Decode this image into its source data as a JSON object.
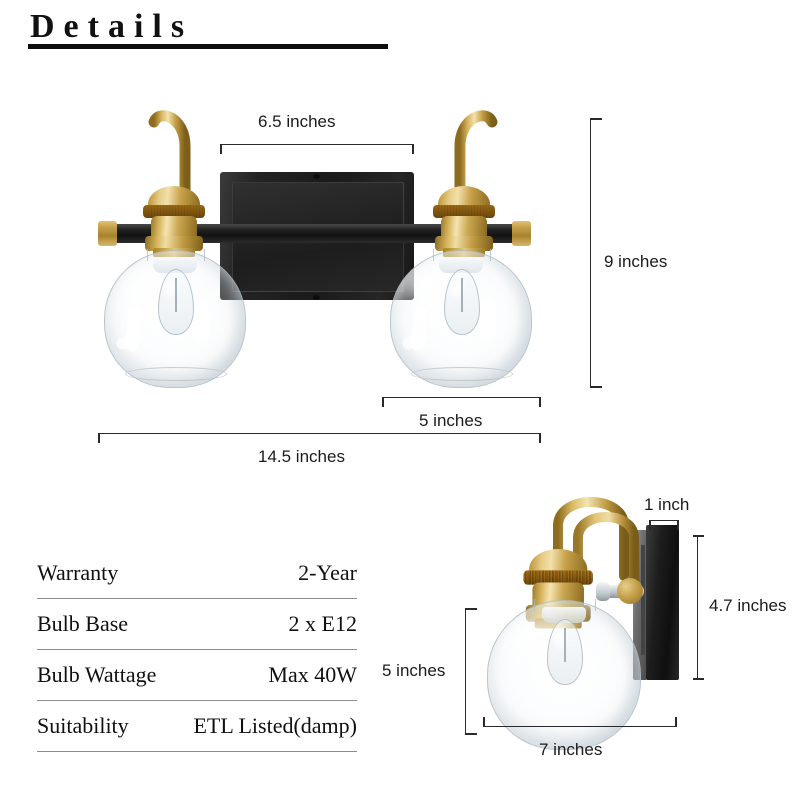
{
  "header": {
    "title": "Details"
  },
  "dimensions": {
    "front": [
      {
        "id": "backplate-width",
        "label": "6.5 inches"
      },
      {
        "id": "overall-height",
        "label": "9 inches"
      },
      {
        "id": "shade-width",
        "label": "5 inches"
      },
      {
        "id": "overall-width",
        "label": "14.5 inches"
      }
    ],
    "side": [
      {
        "id": "plate-depth",
        "label": "1 inch"
      },
      {
        "id": "plate-height",
        "label": "4.7 inches"
      },
      {
        "id": "shade-height",
        "label": "5 inches"
      },
      {
        "id": "extension",
        "label": "7 inches"
      }
    ]
  },
  "spec_table": {
    "rows": [
      {
        "key": "Warranty",
        "value": "2-Year"
      },
      {
        "key": "Bulb Base",
        "value": "2 x E12"
      },
      {
        "key": "Bulb Wattage",
        "value": "Max 40W"
      },
      {
        "key": "Suitability",
        "value": "ETL Listed(damp)"
      }
    ]
  },
  "colors": {
    "brass": "#c9a24c",
    "matte_black": "#1a1a1a",
    "rule": "#8d8d8d",
    "text": "#101010"
  }
}
